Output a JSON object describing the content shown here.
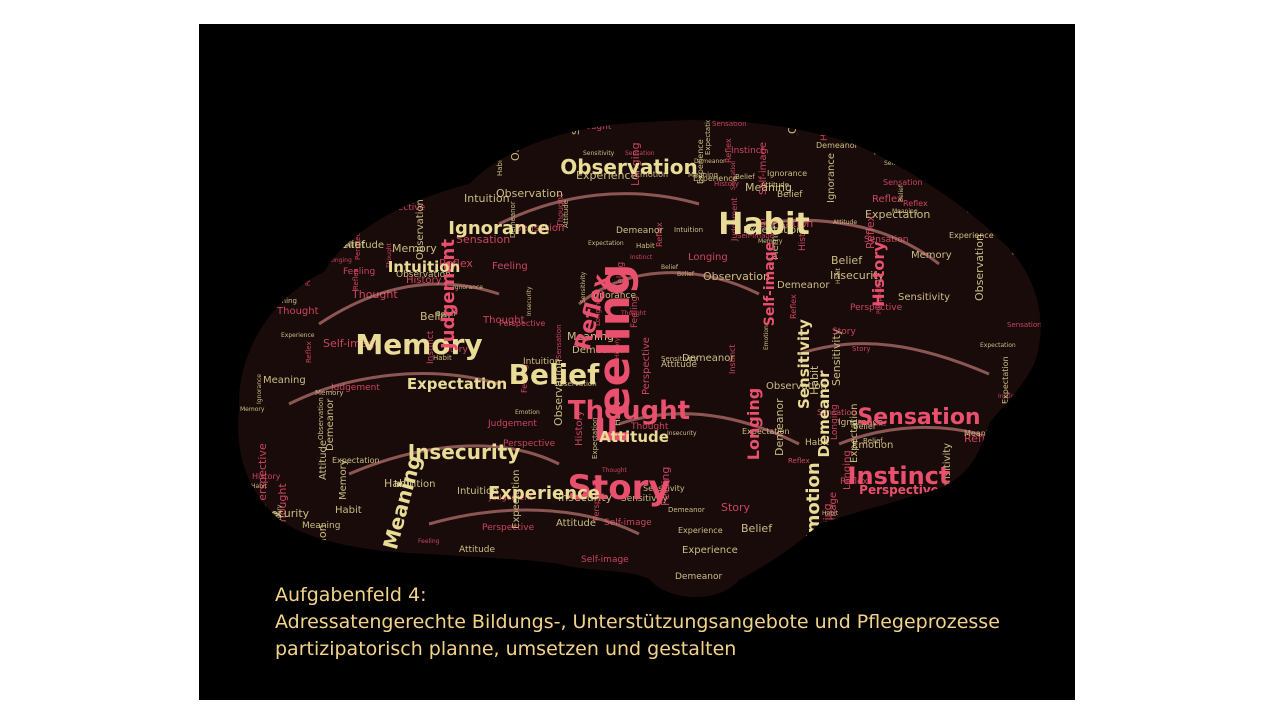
{
  "slide": {
    "background": "#000000",
    "caption": {
      "heading": "Aufgabenfeld 4:",
      "line1": "Adressatengerechte Bildungs-, Unterstützungsangebote und Pflegeprozesse",
      "line2": "partizipatorisch planne, umsetzen und gestalten",
      "color": "#f3d38a"
    }
  },
  "word_cloud": {
    "shape": "brain",
    "colors": {
      "pink": "#e8506e",
      "cream": "#e8dc96",
      "outline": "#d98a84"
    },
    "words": [
      {
        "text": "Feeling",
        "color": "pink"
      },
      {
        "text": "Story",
        "color": "pink"
      },
      {
        "text": "Thought",
        "color": "pink"
      },
      {
        "text": "Habit",
        "color": "cream"
      },
      {
        "text": "Memory",
        "color": "cream"
      },
      {
        "text": "Belief",
        "color": "cream"
      },
      {
        "text": "Sensation",
        "color": "pink"
      },
      {
        "text": "Instinct",
        "color": "pink"
      },
      {
        "text": "Observation",
        "color": "cream"
      },
      {
        "text": "Reflex",
        "color": "pink"
      },
      {
        "text": "Judgement",
        "color": "pink"
      },
      {
        "text": "Insecurity",
        "color": "cream"
      },
      {
        "text": "Meaning",
        "color": "cream"
      },
      {
        "text": "Experience",
        "color": "cream"
      },
      {
        "text": "Emotion",
        "color": "cream"
      },
      {
        "text": "Ignorance",
        "color": "cream"
      },
      {
        "text": "Intuition",
        "color": "cream"
      },
      {
        "text": "Expectation",
        "color": "cream"
      },
      {
        "text": "Attitude",
        "color": "cream"
      },
      {
        "text": "History",
        "color": "pink"
      },
      {
        "text": "Longing",
        "color": "pink"
      },
      {
        "text": "Sensitivity",
        "color": "cream"
      },
      {
        "text": "Demeanor",
        "color": "cream"
      },
      {
        "text": "Perspective",
        "color": "pink"
      },
      {
        "text": "Self-image",
        "color": "pink"
      }
    ]
  }
}
